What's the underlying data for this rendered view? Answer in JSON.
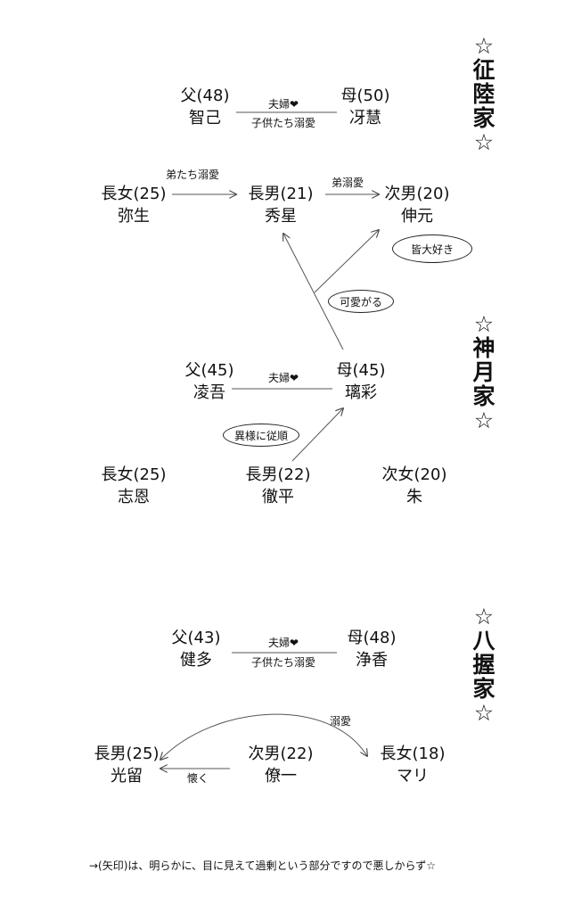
{
  "families": [
    {
      "title": [
        "☆",
        "征",
        "陸",
        "家",
        "☆"
      ],
      "parents": {
        "father": {
          "role": "父(48)",
          "name": "智己"
        },
        "mother": {
          "role": "母(50)",
          "name": "冴慧"
        },
        "relation_top": "夫婦",
        "relation_bottom": "子供たち溺愛"
      },
      "children": [
        {
          "role": "長女(25)",
          "name": "弥生"
        },
        {
          "role": "長男(21)",
          "name": "秀星"
        },
        {
          "role": "次男(20)",
          "name": "伸元"
        }
      ],
      "labels": {
        "elder_to_brothers": "弟たち溺愛",
        "brother_love": "弟溺愛",
        "everyone_love": "皆大好き",
        "cute": "可愛がる"
      }
    },
    {
      "title": [
        "☆",
        "神",
        "月",
        "家",
        "☆"
      ],
      "parents": {
        "father": {
          "role": "父(45)",
          "name": "凌吾"
        },
        "mother": {
          "role": "母(45)",
          "name": "璃彩"
        },
        "relation_top": "夫婦"
      },
      "children": [
        {
          "role": "長女(25)",
          "name": "志恩"
        },
        {
          "role": "長男(22)",
          "name": "徹平"
        },
        {
          "role": "次女(20)",
          "name": "朱"
        }
      ],
      "labels": {
        "obey": "異様に従順"
      }
    },
    {
      "title": [
        "☆",
        "八",
        "握",
        "家",
        "☆"
      ],
      "parents": {
        "father": {
          "role": "父(43)",
          "name": "健多"
        },
        "mother": {
          "role": "母(48)",
          "name": "浄香"
        },
        "relation_top": "夫婦",
        "relation_bottom": "子供たち溺愛"
      },
      "children": [
        {
          "role": "長男(25)",
          "name": "光留"
        },
        {
          "role": "次男(22)",
          "name": "僚一"
        },
        {
          "role": "長女(18)",
          "name": "マリ"
        }
      ],
      "labels": {
        "dote": "溺愛",
        "attached": "懐く"
      }
    }
  ],
  "footer": "→(矢印)は、明らかに、目に見えて過剰という部分ですので悪しからず☆",
  "colors": {
    "ink": "#111111",
    "line": "#555555"
  }
}
